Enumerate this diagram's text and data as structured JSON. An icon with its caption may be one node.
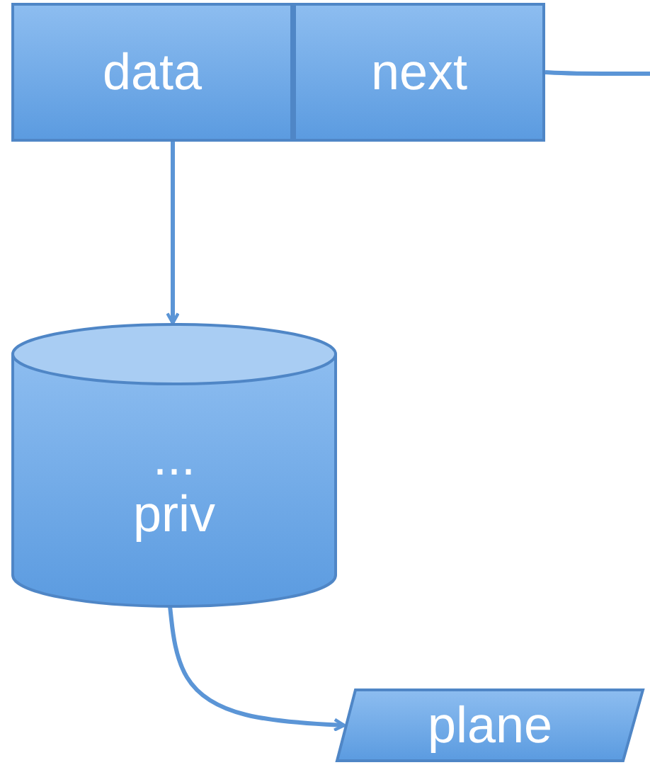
{
  "diagram": {
    "nodes": [
      {
        "text": [
          "data"
        ]
      },
      {
        "text": [
          "next"
        ]
      },
      {
        "text": [
          "...",
          "priv"
        ]
      },
      {
        "text": [
          "plane"
        ]
      }
    ],
    "edges": [
      {
        "from": 0,
        "to": 2,
        "arrow": "to"
      },
      {
        "from": 2,
        "to": 3,
        "arrow": "to"
      },
      {
        "from": 1,
        "to": null,
        "arrow": "none"
      }
    ]
  }
}
